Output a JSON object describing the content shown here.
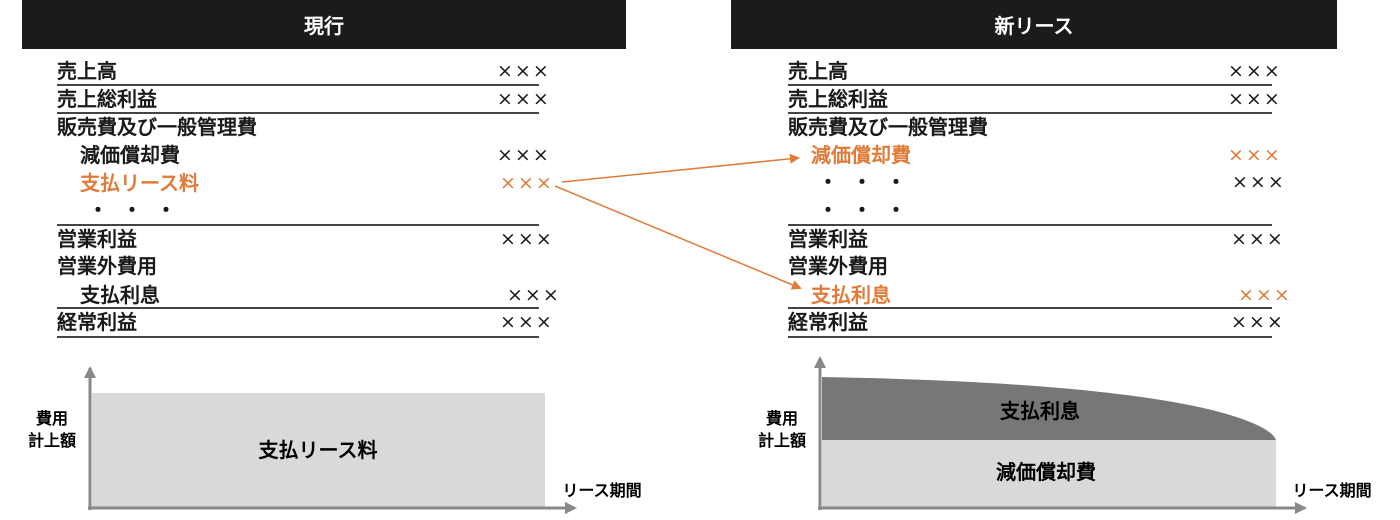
{
  "colors": {
    "header_bg": "#1b1b1b",
    "highlight": "#e07b39",
    "light_area": "#d9d9db",
    "dark_area": "#777777"
  },
  "left": {
    "title": "現行",
    "rows": [
      {
        "label": "売上高",
        "value": "×××"
      },
      {
        "label": "売上総利益",
        "value": "×××"
      },
      {
        "label": "販売費及び一般管理費",
        "value": ""
      },
      {
        "label": "減価償却費",
        "value": "×××"
      },
      {
        "label": "支払リース料",
        "value": "×××"
      },
      {
        "label": "・・・",
        "value": ""
      },
      {
        "label": "営業利益",
        "value": "×××"
      },
      {
        "label": "営業外費用",
        "value": ""
      },
      {
        "label": "支払利息",
        "value": "×××"
      },
      {
        "label": "経常利益",
        "value": "×××"
      }
    ],
    "chart": {
      "ylabel_line1": "費用",
      "ylabel_line2": "計上額",
      "xlabel": "リース期間",
      "area_label": "支払リース料"
    }
  },
  "right": {
    "title": "新リース",
    "rows": [
      {
        "label": "売上高",
        "value": "×××"
      },
      {
        "label": "売上総利益",
        "value": "×××"
      },
      {
        "label": "販売費及び一般管理費",
        "value": ""
      },
      {
        "label": "減価償却費",
        "value": "×××"
      },
      {
        "label": "・・・",
        "value": "×××"
      },
      {
        "label": "・・・",
        "value": ""
      },
      {
        "label": "営業利益",
        "value": "×××"
      },
      {
        "label": "営業外費用",
        "value": ""
      },
      {
        "label": "支払利息",
        "value": "×××"
      },
      {
        "label": "経常利益",
        "value": "×××"
      }
    ],
    "chart": {
      "ylabel_line1": "費用",
      "ylabel_line2": "計上額",
      "xlabel": "リース期間",
      "top_area_label": "支払利息",
      "bottom_area_label": "減価償却費"
    }
  }
}
